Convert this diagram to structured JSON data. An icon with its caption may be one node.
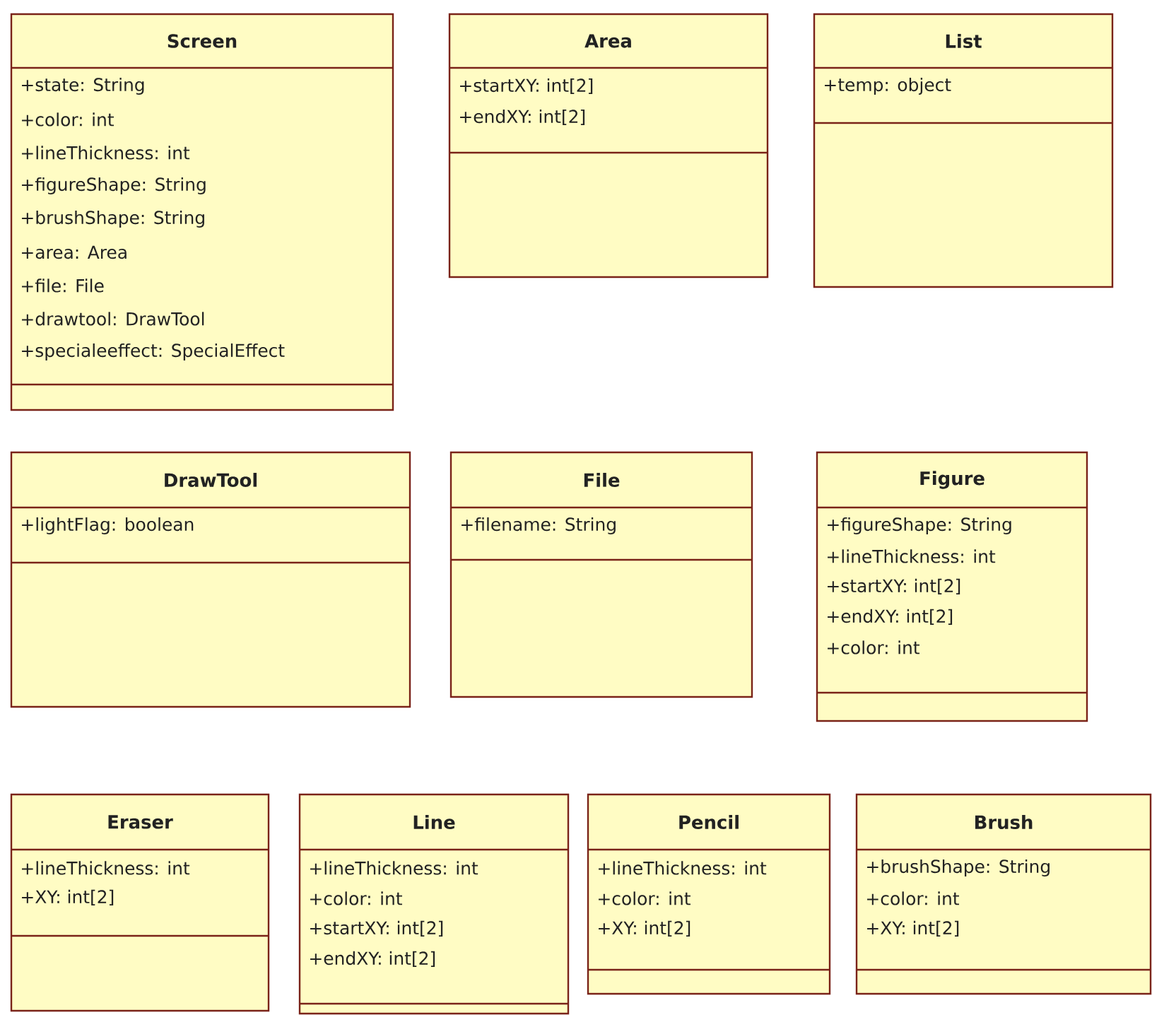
{
  "diagram": {
    "nodes": [
      {
        "text": [
          "Screen",
          "+state: String",
          "+color: int",
          "+lineThickness: int",
          "+figureShape: String",
          "+brushShape: String",
          "+area: Area",
          "+file: File",
          "+drawtool: DrawTool",
          "+specialeeffect: SpecialEffect"
        ]
      },
      {
        "text": [
          "Area",
          "+startXY: int[2]",
          "+endXY: int[2]"
        ]
      },
      {
        "text": [
          "List",
          "+temp: object"
        ]
      },
      {
        "text": [
          "DrawTool",
          "+lightFlag: boolean"
        ]
      },
      {
        "text": [
          "File",
          "+filename: String"
        ]
      },
      {
        "text": [
          "Figure",
          "+figureShape: String",
          "+lineThickness: int",
          "+startXY: int[2]",
          "+endXY: int[2]",
          "+color: int"
        ]
      },
      {
        "text": [
          "Eraser",
          "+lineThickness: int",
          "+XY: int[2]"
        ]
      },
      {
        "text": [
          "Line",
          "+lineThickness: int",
          "+color: int",
          "+startXY: int[2]",
          "+endXY: int[2]"
        ]
      },
      {
        "text": [
          "Pencil",
          "+lineThickness: int",
          "+color: int",
          "+XY: int[2]"
        ]
      },
      {
        "text": [
          "Brush",
          "+brushShape: String",
          "+color: int",
          "+XY: int[2]"
        ]
      }
    ],
    "edges": []
  }
}
